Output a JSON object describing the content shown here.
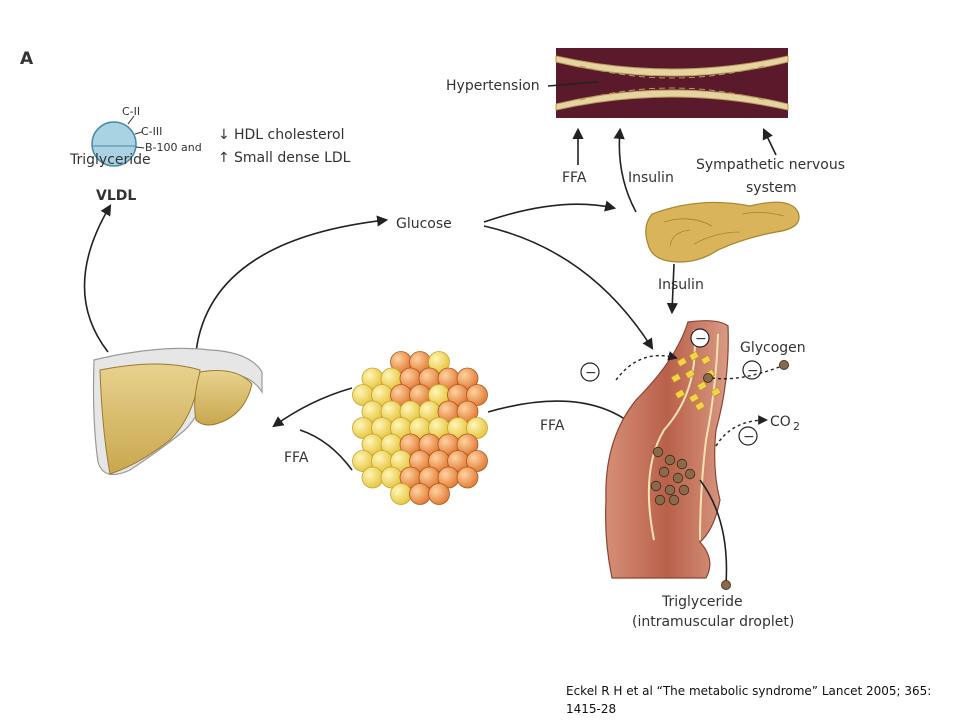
{
  "panel_letter": "A",
  "labels": {
    "c2": "C-II",
    "c3": "C-III",
    "b100": "B-100 and",
    "triglyceride": "Triglyceride",
    "vldl": "VLDL",
    "hdl": "HDL cholesterol",
    "ldl": "Small dense LDL",
    "hypertension": "Hypertension",
    "ffa_top": "FFA",
    "insulin_top": "Insulin",
    "sns_line1": "Sympathetic nervous",
    "sns_line2": "system",
    "glucose": "Glucose",
    "insulin_pancreas": "Insulin",
    "glycogen": "Glycogen",
    "co2": "CO",
    "co2_sub": "2",
    "ffa_adipose": "FFA",
    "ffa_liver": "FFA",
    "droplet_line1": "Triglyceride",
    "droplet_line2": "(intramuscular droplet)",
    "minus": "−"
  },
  "icons": {
    "down_arrow": "↓",
    "up_arrow": "↑"
  },
  "citation": "Eckel R H et al “The metabolic syndrome” Lancet 2005; 365: 1415-28",
  "colors": {
    "vessel": "#5a1a2c",
    "vessel_wall": "#e6d3a2",
    "liver": "#d9bf6e",
    "pancreas": "#d9b45a",
    "muscle": "#c2725a",
    "adipose_yellow": "#f2dd6a",
    "adipose_orange": "#f0a25a",
    "vldl_particle": "#a9d3e3"
  }
}
